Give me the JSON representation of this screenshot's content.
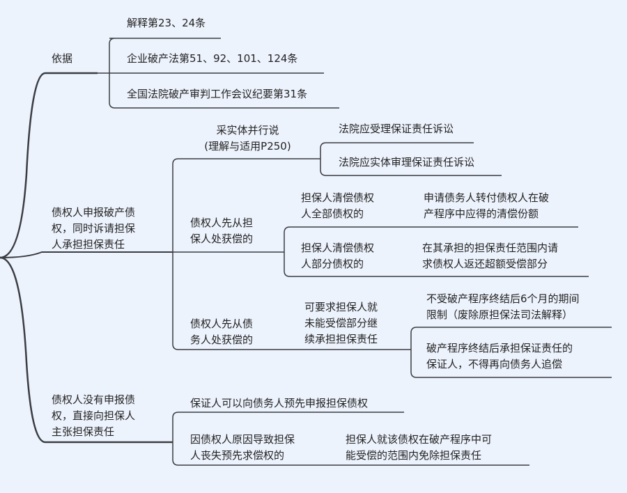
{
  "colors": {
    "background": "#edf3fd",
    "line": "#3a3d42"
  },
  "root": {
    "basis": {
      "label": "依据",
      "children": [
        "解释第23、24条",
        "企业破产法第51、92、101、124条",
        "全国法院破产审判工作会议纪要第31条"
      ]
    },
    "declared": {
      "label": "债权人申报破产债\n权，同时诉请担保\n人承担担保责任",
      "substantive": {
        "label": "采实体并行说\n(理解与适用P250)",
        "children": [
          "法院应受理保证责任诉讼",
          "法院应实体审理保证责任诉讼"
        ]
      },
      "from_guarantor": {
        "label": "债权人先从担\n保人处获偿的",
        "full": {
          "label": "担保人清偿债权\n人全部债权的",
          "result": "申请债务人转付债权人在破\n产程序中应得的清偿份额"
        },
        "partial": {
          "label": "担保人清偿债权\n人部分债权的",
          "result": "在其承担的担保责任范围内请\n求债权人返还超额受偿部分"
        }
      },
      "from_debtor": {
        "label": "债权人先从债\n务人处获偿的",
        "mid": "可要求担保人就\n未能受偿部分继\n续承担担保责任",
        "children": [
          "不受破产程序终结后6个月的期间\n限制（废除原担保法司法解释）",
          "破产程序终结后承担保证责任的\n保证人，不得再向债务人追偿"
        ]
      }
    },
    "not_declared": {
      "label": "债权人没有申报债\n权，直接向担保人\n主张担保责任",
      "child1": "保证人可以向债务人预先申报担保债权",
      "child2": {
        "label": "因债权人原因导致担保\n人丧失预先求偿权的",
        "result": "担保人就该债权在破产程序中可\n能受偿的范围内免除担保责任"
      }
    }
  }
}
